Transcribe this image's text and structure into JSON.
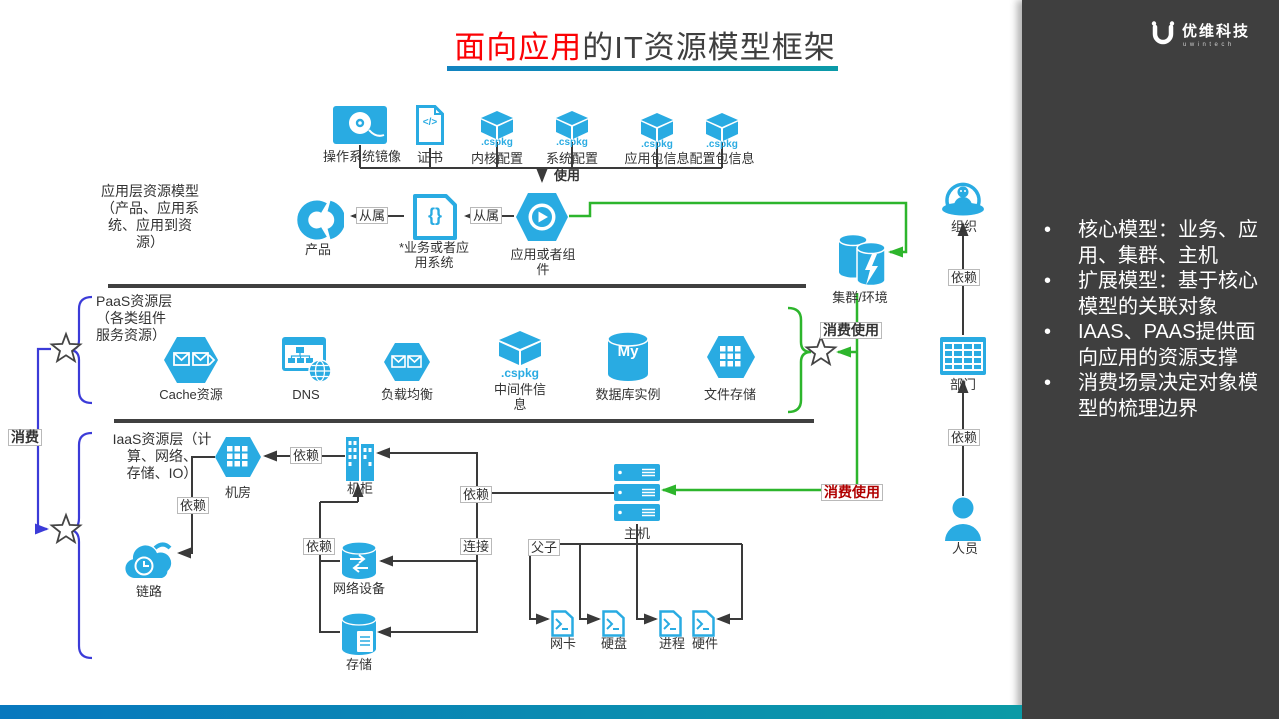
{
  "title": {
    "highlight": "面向应用",
    "rest": "的IT资源模型框架"
  },
  "logo": {
    "name": "优维科技",
    "sub": "uwintech"
  },
  "sidebar": {
    "bullets": [
      "核心模型：业务、应用、集群、主机",
      "扩展模型：基于核心模型的关联对象",
      "IAAS、PAAS提供面向应用的资源支撑",
      "消费场景决定对象模型的梳理边界"
    ]
  },
  "layers": {
    "app": "应用层资源模型\n（产品、应用系\n统、应用到资\n源）",
    "paas": "PaaS资源层\n（各类组件\n服务资源）",
    "iaas": "IaaS资源层（计\n算、网络、\n存储、IO）"
  },
  "nodes": {
    "os_image": "操作系统镜像",
    "cert": "证书",
    "kernel_config": "内核配置",
    "sys_config": "系统配置",
    "app_pkg_info": "应用包信息",
    "config_pkg_info": "配置包信息",
    "product": "产品",
    "biz_system": "*业务或者应\n用系统",
    "app_component": "应用或者组\n件",
    "cluster_env": "集群/环境",
    "cache": "Cache资源",
    "dns": "DNS",
    "load_balance": "负载均衡",
    "middleware_info": "中间件信息",
    "db_instance": "数据库实例",
    "file_storage": "文件存储",
    "server_room": "机房",
    "rack": "机柜",
    "link": "链路",
    "network_device": "网络设备",
    "storage": "存储",
    "host": "主机",
    "nic": "网卡",
    "disk": "硬盘",
    "process": "进程",
    "hardware": "硬件",
    "organization": "组织",
    "department": "部门",
    "personnel": "人员"
  },
  "icon_texts": {
    "cspkg": ".cspkg",
    "code": "</>",
    "braces": "{}",
    "my": "My"
  },
  "edge_labels": {
    "use": "使用",
    "belong": "从属",
    "depend": "依赖",
    "connect": "连接",
    "parent_child": "父子",
    "consume": "消费",
    "consume_use": "消费使用"
  },
  "colors": {
    "icon_blue": "#29ABE2",
    "green": "#2db52c",
    "blue_line": "#3b3bd8",
    "title_red": "#fb0205",
    "sidebar_bg": "#3f3f3f"
  }
}
